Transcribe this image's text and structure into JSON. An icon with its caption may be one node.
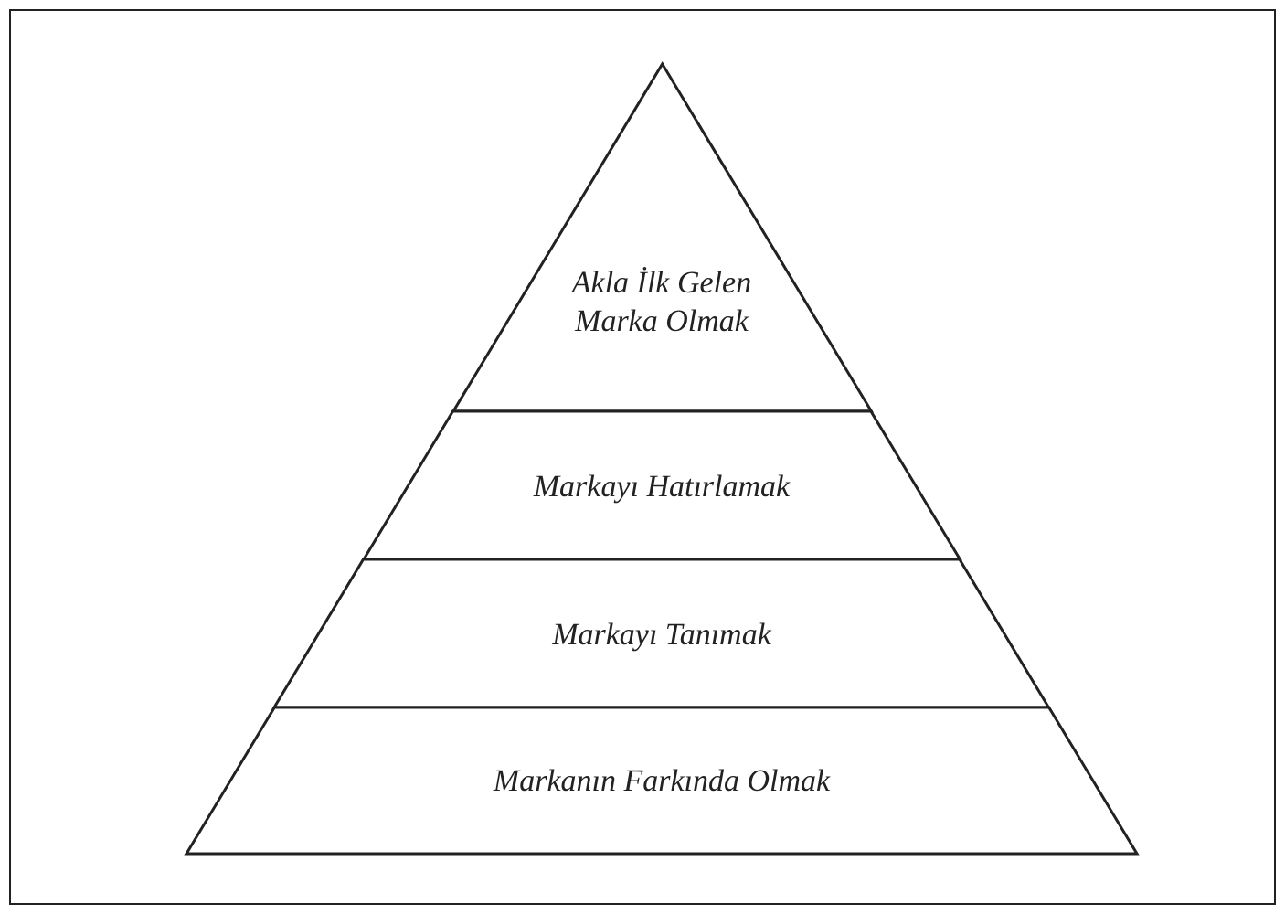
{
  "diagram": {
    "nodes": [
      {
        "text": [
          "Akla İlk Gelen Marka Olmak"
        ]
      },
      {
        "text": [
          "Markayı Hatırlamak"
        ]
      },
      {
        "text": [
          "Markayı Tanımak"
        ]
      },
      {
        "text": [
          "Markanın Farkında Olmak"
        ]
      }
    ]
  }
}
